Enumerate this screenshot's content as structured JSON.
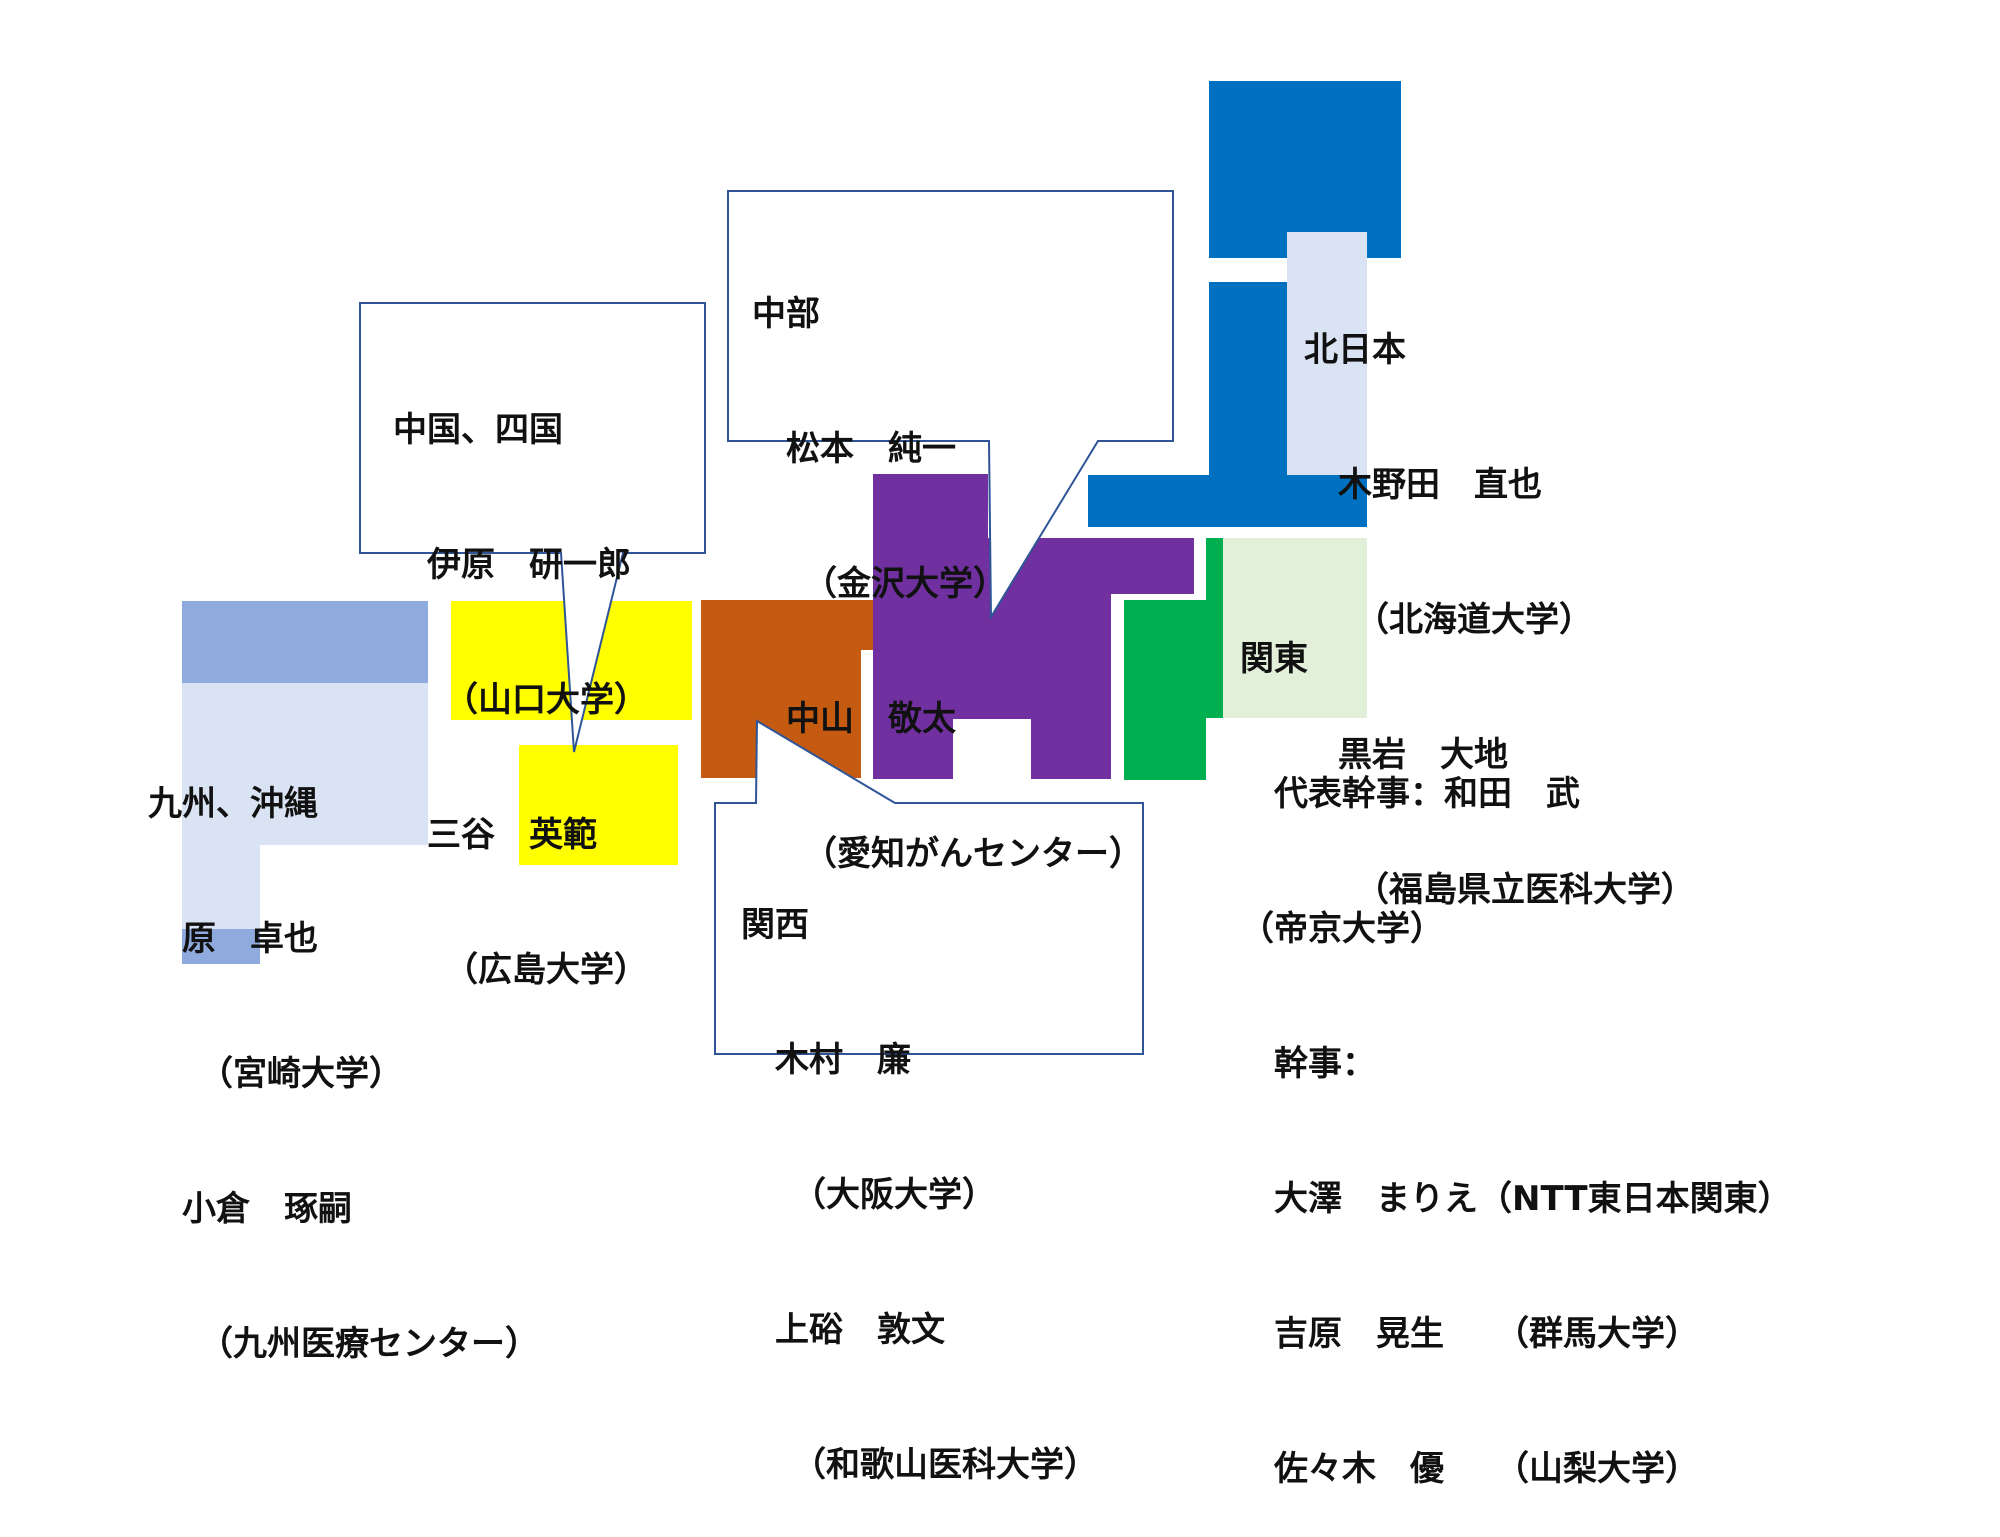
{
  "colors": {
    "kyushu": "#8faadc",
    "kyushu_label_bg": "#dae3f3",
    "chugoku": "#ffff00",
    "kansai": "#c55a11",
    "chubu": "#7030a0",
    "kanto": "#00b050",
    "kanto_label_bg": "#e2f0d9",
    "kitanihon": "#0070c0",
    "kitanihon_label_bg": "#dae3f3",
    "callout_border": "#2f5597"
  },
  "regions": {
    "kyushu": {
      "heading": "九州、沖縄",
      "lines": [
        "　原　卓也",
        "　　（宮崎大学）",
        "　小倉　琢嗣",
        "　　（九州医療センター）"
      ]
    },
    "chugoku": {
      "heading": "中国、四国",
      "lines": [
        "　伊原　研一郎",
        "　　（山口大学）",
        "　三谷　英範",
        "　　（広島大学）"
      ]
    },
    "chubu": {
      "heading": "中部",
      "lines": [
        "　松本　純一",
        "　　（金沢大学）",
        "　中山　敬太",
        "　　（愛知がんセンター）"
      ]
    },
    "kansai": {
      "heading": "関西",
      "lines": [
        "　木村　廉",
        "　　（大阪大学）",
        "　上硲　敦文",
        "　　（和歌山医科大学）"
      ]
    },
    "kitanihon": {
      "heading": "北日本",
      "lines": [
        "　木野田　直也",
        "　　（北海道大学）",
        "　黒岩　大地",
        "　　（福島県立医科大学）"
      ]
    },
    "kanto": {
      "heading": "関東",
      "lines": [
        "　代表幹事：和田　武",
        "（帝京大学）",
        "　幹事：",
        "　大澤　まりえ（NTT東日本関東）",
        "　吉原　晃生　　（群馬大学）",
        "　佐々木　優　　（山梨大学）"
      ]
    }
  }
}
